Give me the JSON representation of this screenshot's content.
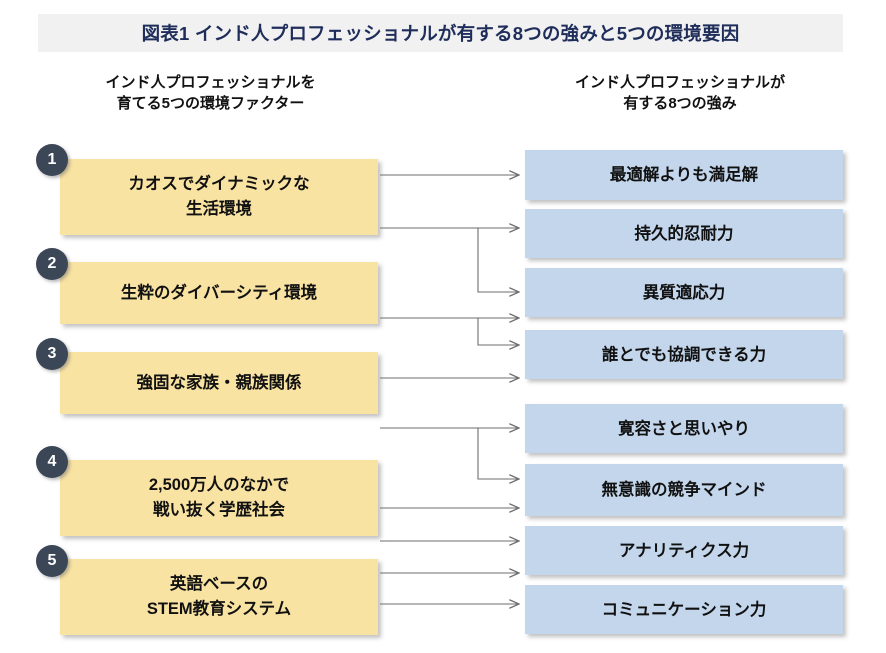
{
  "title": "図表1 インド人プロフェッショナルが有する8つの強みと5つの環境要因",
  "headers": {
    "left_line1": "インド人プロフェッショナルを",
    "left_line2": "育てる5つの環境ファクター",
    "right_line1": "インド人プロフェッショナルが",
    "right_line2": "有する8つの強み"
  },
  "colors": {
    "title_band": "#f1f1f1",
    "title_text": "#1f2d5a",
    "factor_box": "#f9e3a3",
    "strength_box": "#c3d6ec",
    "badge": "#3b4657",
    "connector": "#6e6e6e"
  },
  "factors": [
    {
      "number": "1",
      "line1": "カオスでダイナミックな",
      "line2": "生活環境"
    },
    {
      "number": "2",
      "line1": "生粋のダイバーシティ環境",
      "line2": ""
    },
    {
      "number": "3",
      "line1": "強固な家族・親族関係",
      "line2": ""
    },
    {
      "number": "4",
      "line1": "2,500万人のなかで",
      "line2": "戦い抜く学歴社会"
    },
    {
      "number": "5",
      "line1": "英語ベースの",
      "line2": "STEM教育システム"
    }
  ],
  "strengths": [
    {
      "label": "最適解よりも満足解"
    },
    {
      "label": "持久的忍耐力"
    },
    {
      "label": "異質適応力"
    },
    {
      "label": "誰とでも協調できる力"
    },
    {
      "label": "寛容さと思いやり"
    },
    {
      "label": "無意識の競争マインド"
    },
    {
      "label": "アナリティクス力"
    },
    {
      "label": "コミュニケーション力"
    }
  ]
}
